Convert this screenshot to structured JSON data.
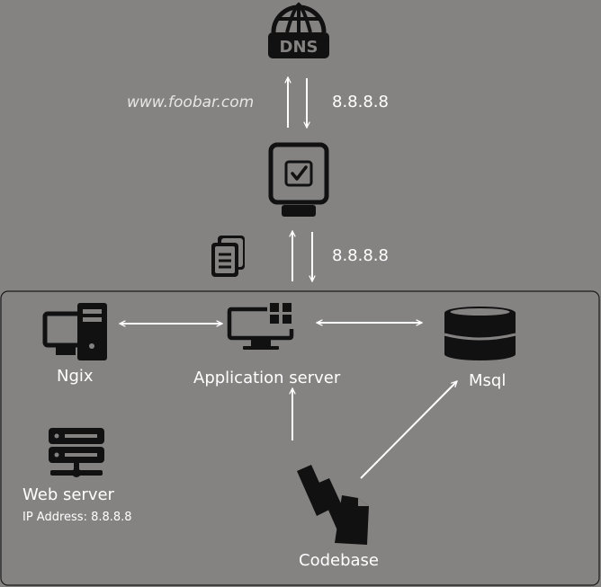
{
  "labels": {
    "domain": "www.foobar.com",
    "ip_dns": "8.8.8.8",
    "ip_server": "8.8.8.8",
    "nginx": "Ngix",
    "app_server": "Application server",
    "mysql": "Msql",
    "web_server": "Web server",
    "ip_address": "IP Address: 8.8.8.8",
    "codebase": "Codebase",
    "dns_icon_text": "DNS"
  },
  "icons": {
    "dns": "dns-globe-icon",
    "client": "monitor-check-icon",
    "files": "documents-icon",
    "nginx": "desktop-tower-icon",
    "app": "app-server-monitor-icon",
    "db": "database-icon",
    "web": "server-rack-icon",
    "codebase": "codebase-pages-icon"
  },
  "colors": {
    "background": "#858282",
    "line": "#ffffff",
    "icon": "#111111",
    "box_border": "#1a1a1a"
  }
}
